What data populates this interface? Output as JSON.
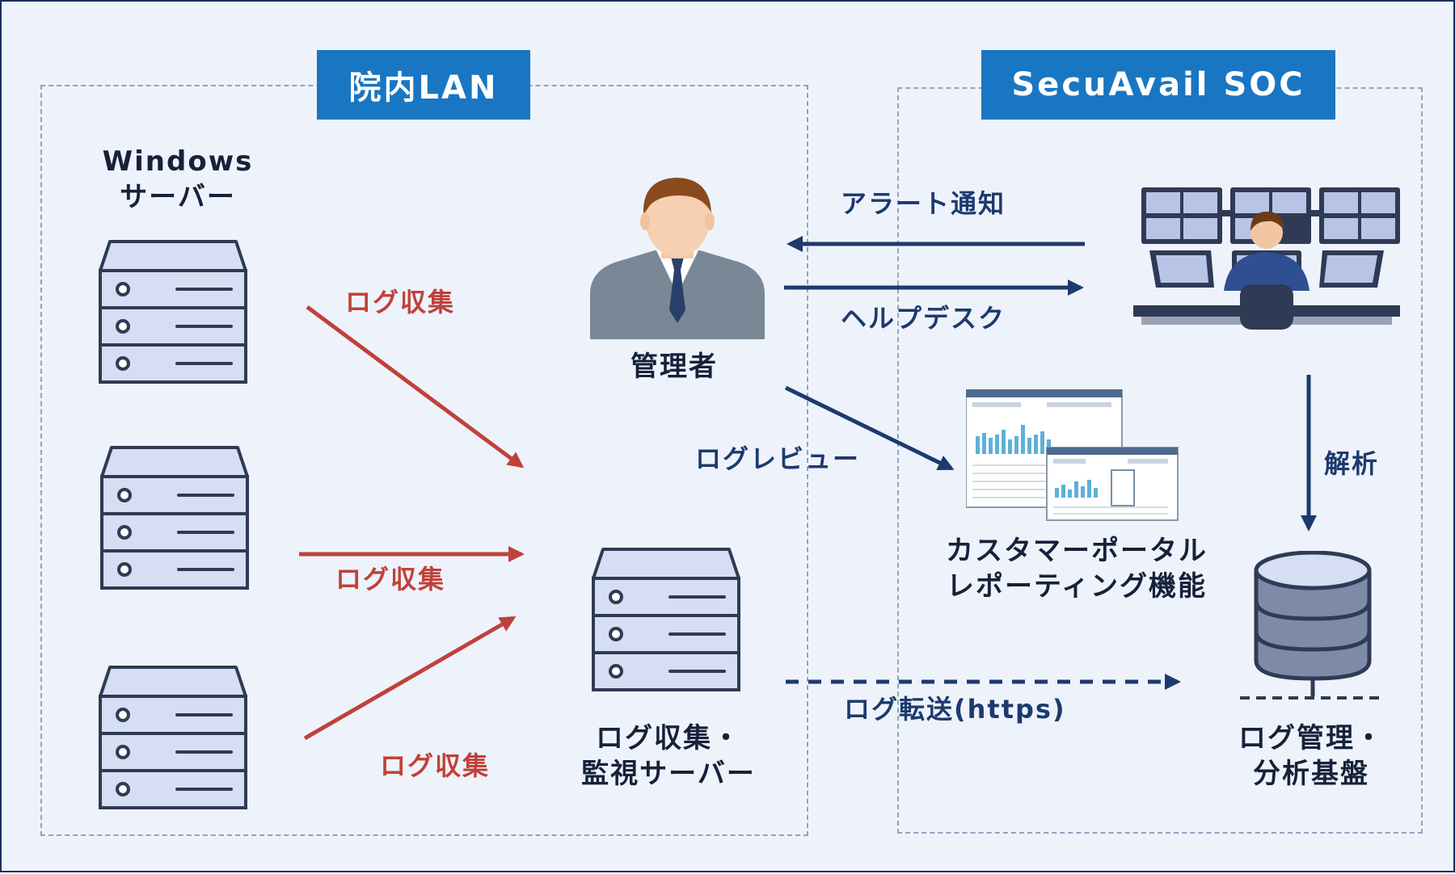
{
  "zones": {
    "lan_title": "院内LAN",
    "soc_title": "SecuAvail SOC"
  },
  "labels": {
    "windows_line1": "Windows",
    "windows_line2": "サーバー",
    "log_collect_1": "ログ収集",
    "log_collect_2": "ログ収集",
    "log_collect_3": "ログ収集",
    "admin": "管理者",
    "alert": "アラート通知",
    "helpdesk": "ヘルプデスク",
    "log_review": "ログレビュー",
    "analysis": "解析",
    "portal_line1": "カスタマーポータル",
    "portal_line2": "レポーティング機能",
    "collector_line1": "ログ収集・",
    "collector_line2": "監視サーバー",
    "transfer": "ログ転送(https)",
    "platform_line1": "ログ管理・",
    "platform_line2": "分析基盤"
  },
  "icons": {
    "server": "server-icon",
    "person": "administrator-icon",
    "soc": "soc-operator-icon",
    "portal": "report-screenshot-icon",
    "database": "database-icon"
  },
  "colors": {
    "accent": "#1976c2",
    "navy": "#1d3a6e",
    "red": "#c0413a",
    "server_fill": "#d6def3",
    "server_stroke": "#2f3a55",
    "background": "#eef3fb"
  }
}
